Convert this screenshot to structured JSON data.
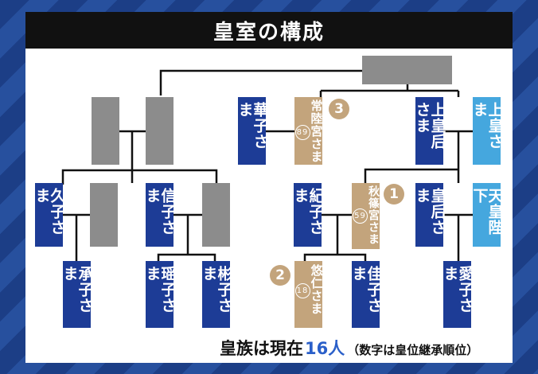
{
  "title": "皇室の構成",
  "members": {
    "hanako": "華子さま",
    "hitachi": "常陸宮さま",
    "hitachi_rank": "89",
    "empress_emerita": "上皇后さま",
    "emperor_emeritus": "上皇さま",
    "hisako": "久子さま",
    "nobuko": "信子さま",
    "kiko": "紀子さま",
    "akishino": "秋篠宮さま",
    "akishino_rank": "59",
    "empress": "皇后さま",
    "emperor": "天皇陛下",
    "tsuguko": "承子さま",
    "yoko": "瑶子さま",
    "akiko": "彬子さま",
    "hisahito": "悠仁さま",
    "hisahito_rank": "18",
    "kako": "佳子さま",
    "aiko": "愛子さま"
  },
  "badges": {
    "hitachi": "3",
    "akishino": "1",
    "hisahito": "2"
  },
  "footer": {
    "prefix": "皇族は現在",
    "count": "16人",
    "note": "（数字は皇位継承順位）"
  },
  "colors": {
    "navy": "#1d3c96",
    "light_blue": "#45a7de",
    "gold": "#c3a47c",
    "gray": "#8c8c8c",
    "title_bg": "#111111",
    "count_blue": "#2a5fc9"
  }
}
